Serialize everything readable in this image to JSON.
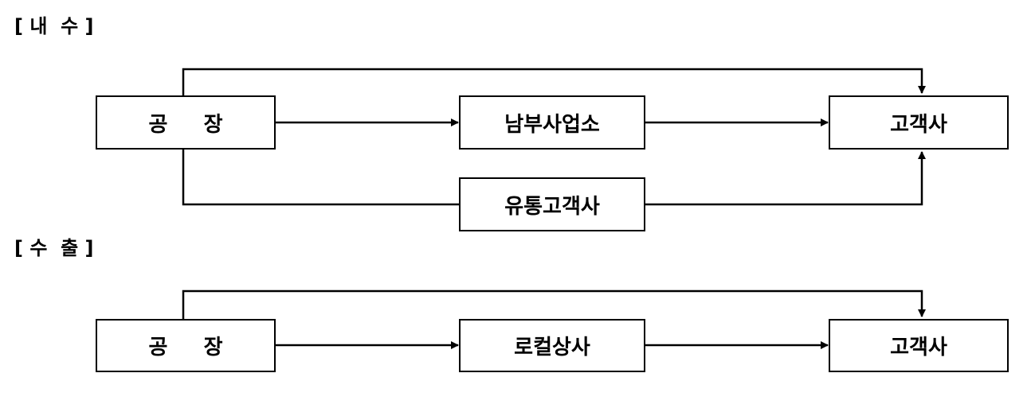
{
  "sections": {
    "domestic": {
      "title": "[ 내  수 ]",
      "nodes": {
        "factory": "공     장",
        "south_office": "남부사업소",
        "customer": "고객사",
        "distributor": "유통고객사"
      }
    },
    "export": {
      "title": "[ 수  출 ]",
      "nodes": {
        "factory": "공     장",
        "local_trader": "로컬상사",
        "customer": "고객사"
      }
    }
  },
  "colors": {
    "line": "#000000",
    "box_border": "#000000",
    "background": "#ffffff"
  }
}
